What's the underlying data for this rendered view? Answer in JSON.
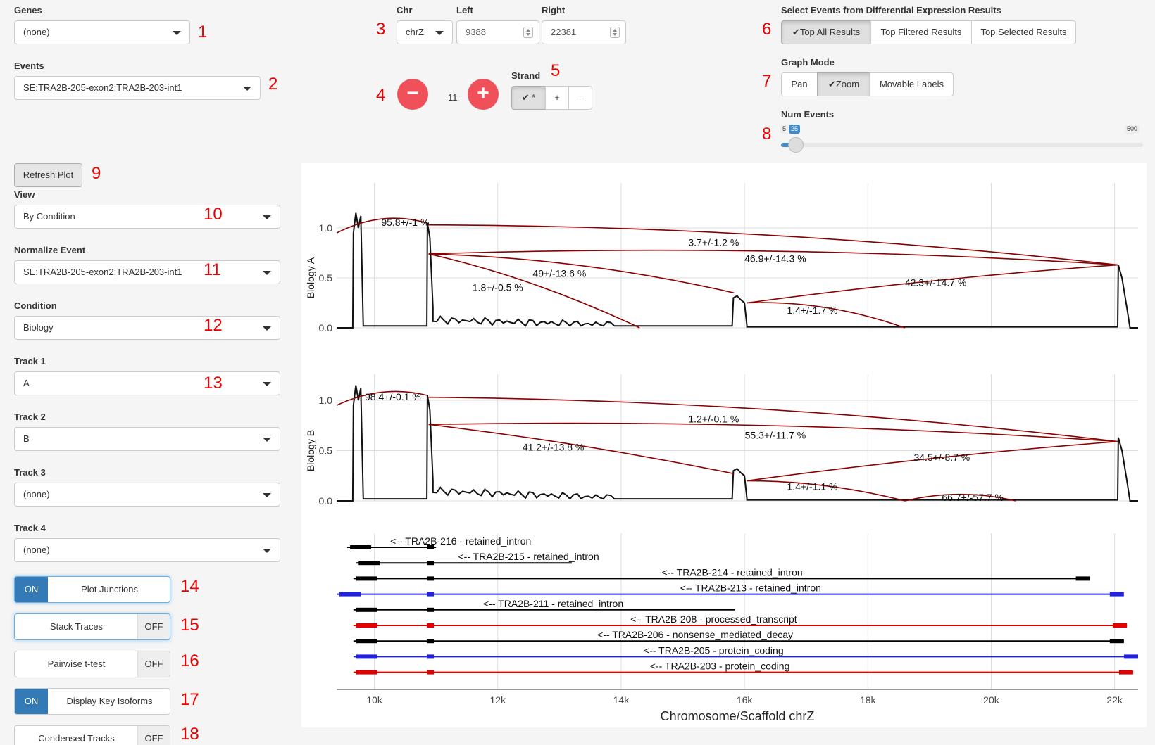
{
  "genes": {
    "label": "Genes",
    "value": "(none)"
  },
  "events": {
    "label": "Events",
    "value": "SE:TRA2B-205-exon2;TRA2B-203-int1"
  },
  "chr": {
    "label": "Chr",
    "value": "chrZ"
  },
  "left": {
    "label": "Left",
    "value": "9388"
  },
  "right": {
    "label": "Right",
    "value": "22381"
  },
  "zoom": {
    "value": "11",
    "minus": "−",
    "plus": "+"
  },
  "strand": {
    "label": "Strand",
    "options": [
      "*",
      "+",
      "-"
    ],
    "selected": "*"
  },
  "select_events": {
    "label": "Select Events from Differential Expression Results",
    "options": [
      "Top All Results",
      "Top Filtered Results",
      "Top Selected Results"
    ],
    "selected": "Top All Results"
  },
  "graph_mode": {
    "label": "Graph Mode",
    "options": [
      "Pan",
      "Zoom",
      "Movable Labels"
    ],
    "selected": "Zoom"
  },
  "num_events": {
    "label": "Num Events",
    "min": "5",
    "max": "500",
    "value": "25",
    "fraction": 0.0404
  },
  "refresh": {
    "label": "Refresh Plot"
  },
  "view": {
    "label": "View",
    "value": "By Condition"
  },
  "normalize": {
    "label": "Normalize Event",
    "value": "SE:TRA2B-205-exon2;TRA2B-203-int1"
  },
  "condition": {
    "label": "Condition",
    "value": "Biology"
  },
  "track1": {
    "label": "Track 1",
    "value": "A"
  },
  "track2": {
    "label": "Track 2",
    "value": "B"
  },
  "track3": {
    "label": "Track 3",
    "value": "(none)"
  },
  "track4": {
    "label": "Track 4",
    "value": "(none)"
  },
  "toggles": {
    "plot_junctions": {
      "label": "Plot Junctions",
      "state": "ON"
    },
    "stack_traces": {
      "label": "Stack Traces",
      "state": "OFF"
    },
    "pairwise": {
      "label": "Pairwise t-test",
      "state": "OFF"
    },
    "key_isoforms": {
      "label": "Display Key Isoforms",
      "state": "ON"
    },
    "condensed": {
      "label": "Condensed Tracks",
      "state": "OFF"
    }
  },
  "annotations": [
    "1",
    "2",
    "3",
    "4",
    "5",
    "6",
    "7",
    "8",
    "9",
    "10",
    "11",
    "12",
    "13",
    "14",
    "15",
    "16",
    "17",
    "18"
  ],
  "colors": {
    "accent": "#337ab7",
    "annotation": "#e00000",
    "junction": "#8b0000",
    "round_button": "#f0505a"
  },
  "chart_data": {
    "type": "line",
    "xlabel": "Chromosome/Scaffold chrZ",
    "xlim": [
      9388,
      22381
    ],
    "x_ticks": [
      "10k",
      "12k",
      "14k",
      "16k",
      "18k",
      "20k",
      "22k"
    ],
    "panels": [
      {
        "ylabel": "Biology A",
        "y_ticks": [
          "1.0",
          "0.5",
          "0.0"
        ],
        "junction_labels": [
          "95.8+/-1 %",
          "3.7+/-1.2 %",
          "46.9+/-14.3 %",
          "49+/-13.6 %",
          "1.8+/-0.5 %",
          "42.3+/-14.7 %",
          "1.4+/-1.7 %"
        ]
      },
      {
        "ylabel": "Biology B",
        "y_ticks": [
          "1.0",
          "0.5",
          "0.0"
        ],
        "junction_labels": [
          "98.4+/-0.1 %",
          "1.2+/-0.1 %",
          "55.3+/-11.7 %",
          "41.2+/-13.8 %",
          "34.5+/-8.7 %",
          "1.4+/-1.1 %",
          "66.7+/-57.7 %"
        ]
      }
    ],
    "transcripts": [
      "<--  TRA2B-216 - retained_intron",
      "<--  TRA2B-215 - retained_intron",
      "<--  TRA2B-214 - retained_intron",
      "<--  TRA2B-213 - retained_intron",
      "<--  TRA2B-211 - retained_intron",
      "<--  TRA2B-208 - processed_transcript",
      "<--  TRA2B-206 - nonsense_mediated_decay",
      "<--  TRA2B-205 - protein_coding",
      "<--  TRA2B-203 - protein_coding"
    ]
  }
}
